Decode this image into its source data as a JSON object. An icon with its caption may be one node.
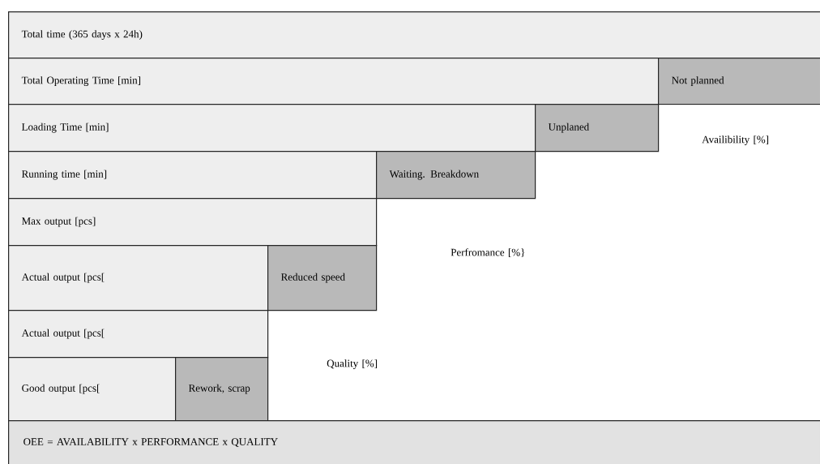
{
  "diagram": {
    "nodes": [
      {
        "text": [
          "Total time (365 days x 24h)"
        ]
      },
      {
        "text": [
          "Total Operating Time [min]"
        ]
      },
      {
        "text": [
          "Not planned"
        ]
      },
      {
        "text": [
          "Loading Time [min]"
        ]
      },
      {
        "text": [
          "Unplaned"
        ]
      },
      {
        "text": [
          "Running time [min]"
        ]
      },
      {
        "text": [
          "Waiting. Breakdown"
        ]
      },
      {
        "text": [
          "Max output [pcs]"
        ]
      },
      {
        "text": [
          "Actual output [pcs["
        ]
      },
      {
        "text": [
          "Reduced speed"
        ]
      },
      {
        "text": [
          "Actual output [pcs["
        ]
      },
      {
        "text": [
          "Good output [pcs["
        ]
      },
      {
        "text": [
          "Rework, scrap"
        ]
      },
      {
        "text": [
          "OEE = AVAILABILITY x PERFORMANCE x QUALITY"
        ]
      }
    ],
    "labels": [
      "Availibility [%]",
      "Perfromance [%}",
      "Quality [%]"
    ]
  }
}
